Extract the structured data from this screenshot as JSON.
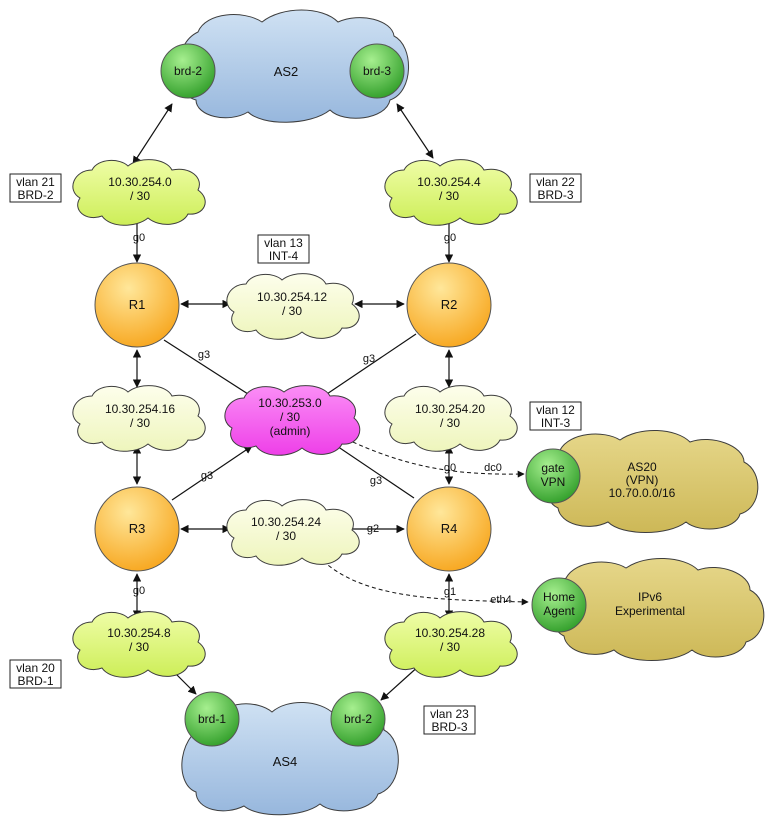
{
  "colors": {
    "as_cloud": "#a9c6e6",
    "host_cloud": "#d6c36a",
    "subnet_green_cloud": "#ddf57a",
    "subnet_pale_cloud": "#f7fbd2",
    "admin_cloud": "#f45af0",
    "router": "#fbb63a",
    "border_node": "#3fb53a"
  },
  "as_clouds": [
    {
      "name": "AS2"
    },
    {
      "name": "AS4"
    },
    {
      "name": "AS20",
      "line2": "(VPN)",
      "line3": "10.70.0.0/16"
    },
    {
      "name": "IPv6",
      "line2": "Experimental"
    }
  ],
  "border_nodes": [
    {
      "label": "brd-2"
    },
    {
      "label": "brd-3"
    },
    {
      "label": "brd-1"
    },
    {
      "label": "brd-2"
    },
    {
      "line1": "gate",
      "line2": "VPN"
    },
    {
      "line1": "Home",
      "line2": "Agent"
    }
  ],
  "routers": [
    {
      "label": "R1"
    },
    {
      "label": "R2"
    },
    {
      "label": "R3"
    },
    {
      "label": "R4"
    }
  ],
  "subnets": [
    {
      "line1": "10.30.254.0",
      "line2": "/ 30"
    },
    {
      "line1": "10.30.254.4",
      "line2": "/ 30"
    },
    {
      "line1": "10.30.254.12",
      "line2": "/ 30"
    },
    {
      "line1": "10.30.254.16",
      "line2": "/ 30"
    },
    {
      "line1": "10.30.254.20",
      "line2": "/ 30"
    },
    {
      "line1": "10.30.254.24",
      "line2": "/ 30"
    },
    {
      "line1": "10.30.254.8",
      "line2": "/ 30"
    },
    {
      "line1": "10.30.254.28",
      "line2": "/ 30"
    },
    {
      "line1": "10.30.253.0",
      "line2": "/ 30",
      "line3": "(admin)"
    }
  ],
  "vlans": [
    {
      "line1": "vlan 21",
      "line2": "BRD-2"
    },
    {
      "line1": "vlan 22",
      "line2": "BRD-3"
    },
    {
      "line1": "vlan 13",
      "line2": "INT-4"
    },
    {
      "line1": "vlan 12",
      "line2": "INT-3"
    },
    {
      "line1": "vlan 20",
      "line2": "BRD-1"
    },
    {
      "line1": "vlan 23",
      "line2": "BRD-3"
    }
  ],
  "interfaces": {
    "r1_g0": "g0",
    "r2_g0": "g0",
    "r1_g3": "g3",
    "r2_g3": "g3",
    "r3_g3": "g3",
    "r4_g3": "g3",
    "r4_g0": "g0",
    "dc0": "dc0",
    "r4_g2": "g2",
    "r3_g0": "g0",
    "r4_g1": "g1",
    "eth4": "eth4"
  }
}
